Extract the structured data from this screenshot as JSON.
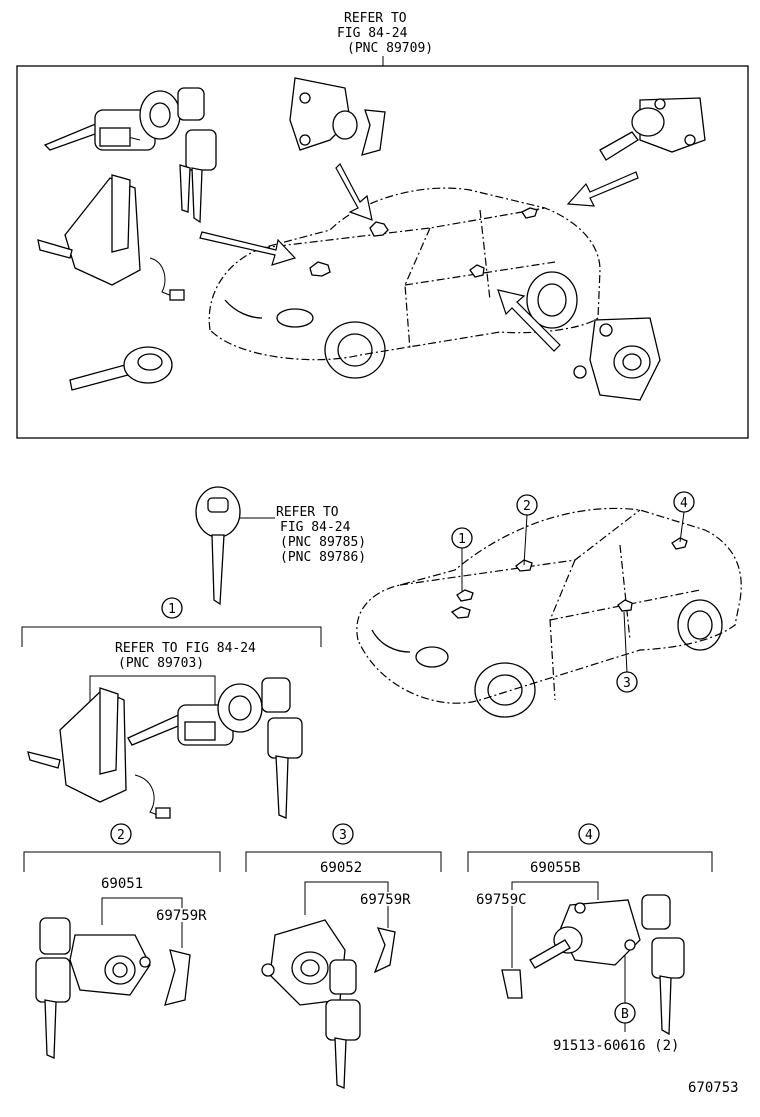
{
  "top_callout": {
    "line1": "REFER TO",
    "line2": "FIG 84-24",
    "line3": "(PNC 89709)"
  },
  "key_callout": {
    "line1": "REFER TO",
    "line2": "FIG 84-24",
    "line3": "(PNC 89785)",
    "line4": "(PNC 89786)"
  },
  "car_markers": [
    "1",
    "2",
    "3",
    "4"
  ],
  "groups": [
    {
      "marker": "1",
      "refer_line1": "REFER TO FIG 84-24",
      "refer_line2": "(PNC 89703)"
    },
    {
      "marker": "2",
      "part_main": "69051",
      "part_sub": "69759R"
    },
    {
      "marker": "3",
      "part_main": "69052",
      "part_sub": "69759R"
    },
    {
      "marker": "4",
      "part_main": "69055B",
      "part_sub": "69759C",
      "bolt_marker": "B",
      "bolt_part": "91513-60616 (2)"
    }
  ],
  "figure_id": "670753",
  "colors": {
    "ink": "#000000",
    "paper": "#ffffff"
  }
}
